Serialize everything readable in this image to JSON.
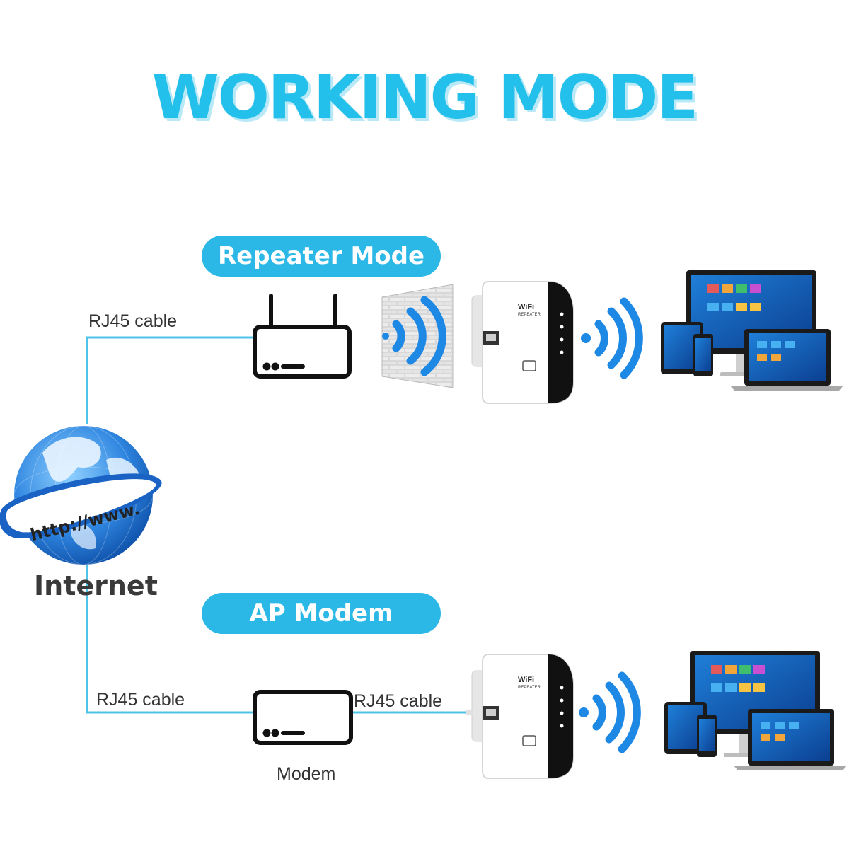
{
  "title": "WORKING MODE",
  "modes": {
    "repeater": "Repeater Mode",
    "ap": "AP Modem"
  },
  "labels": {
    "rj45_top": "RJ45 cable",
    "rj45_bottom_left": "RJ45 cable",
    "rj45_bottom_right": "RJ45 cable",
    "modem": "Modem",
    "internet": "Internet",
    "globe_url": "http://www.",
    "device_brand_top": "WiFi",
    "device_sub": "REPEATER"
  },
  "colors": {
    "accent": "#2bb8e6",
    "line": "#4fc3e8",
    "signal": "#1e88e5",
    "title": "#22c0ea"
  }
}
